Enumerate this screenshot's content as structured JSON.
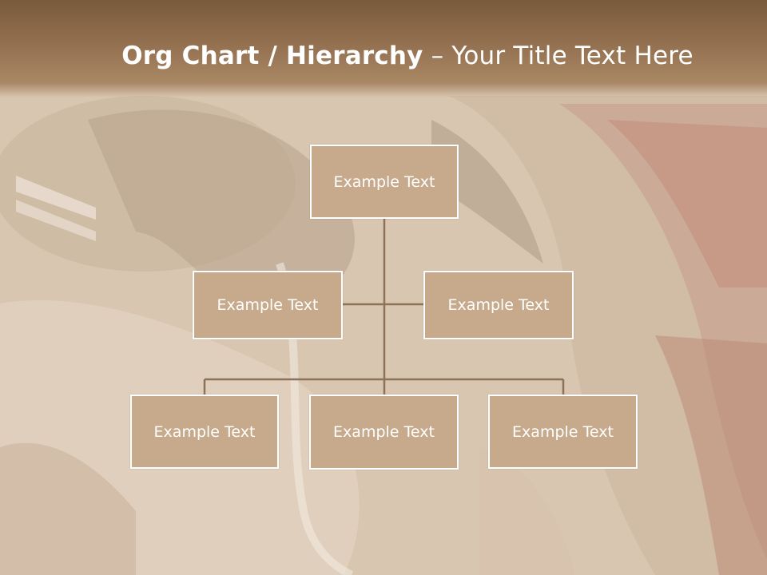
{
  "slide": {
    "title": {
      "bold_part": "Org Chart / Hierarchy",
      "separator": " – ",
      "rest": "Your Title Text Here"
    }
  },
  "colors": {
    "title_band": "#8a6848",
    "node_fill": "#c7aa8c",
    "node_border": "#ffffff",
    "connector": "#8c7259",
    "text": "#ffffff"
  },
  "org_chart": {
    "root": {
      "label": "Example Text"
    },
    "assistants": [
      {
        "label": "Example Text"
      },
      {
        "label": "Example Text"
      }
    ],
    "children": [
      {
        "label": "Example Text"
      },
      {
        "label": "Example Text"
      },
      {
        "label": "Example Text"
      }
    ]
  }
}
